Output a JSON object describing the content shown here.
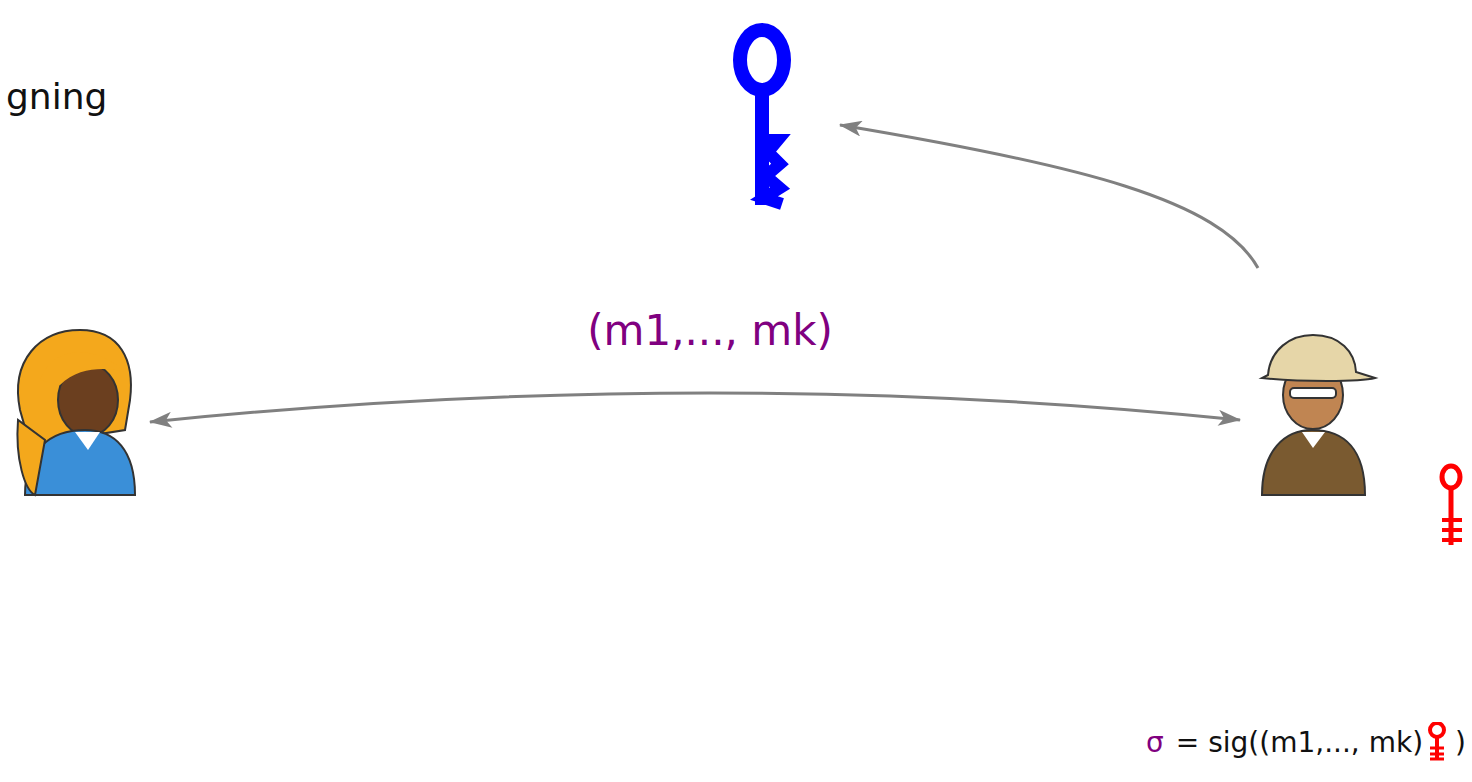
{
  "diagram": {
    "labels": [
      "gning",
      "(m1,..., mk)",
      "σ",
      "= sig((m1,..., mk)",
      ")"
    ]
  }
}
